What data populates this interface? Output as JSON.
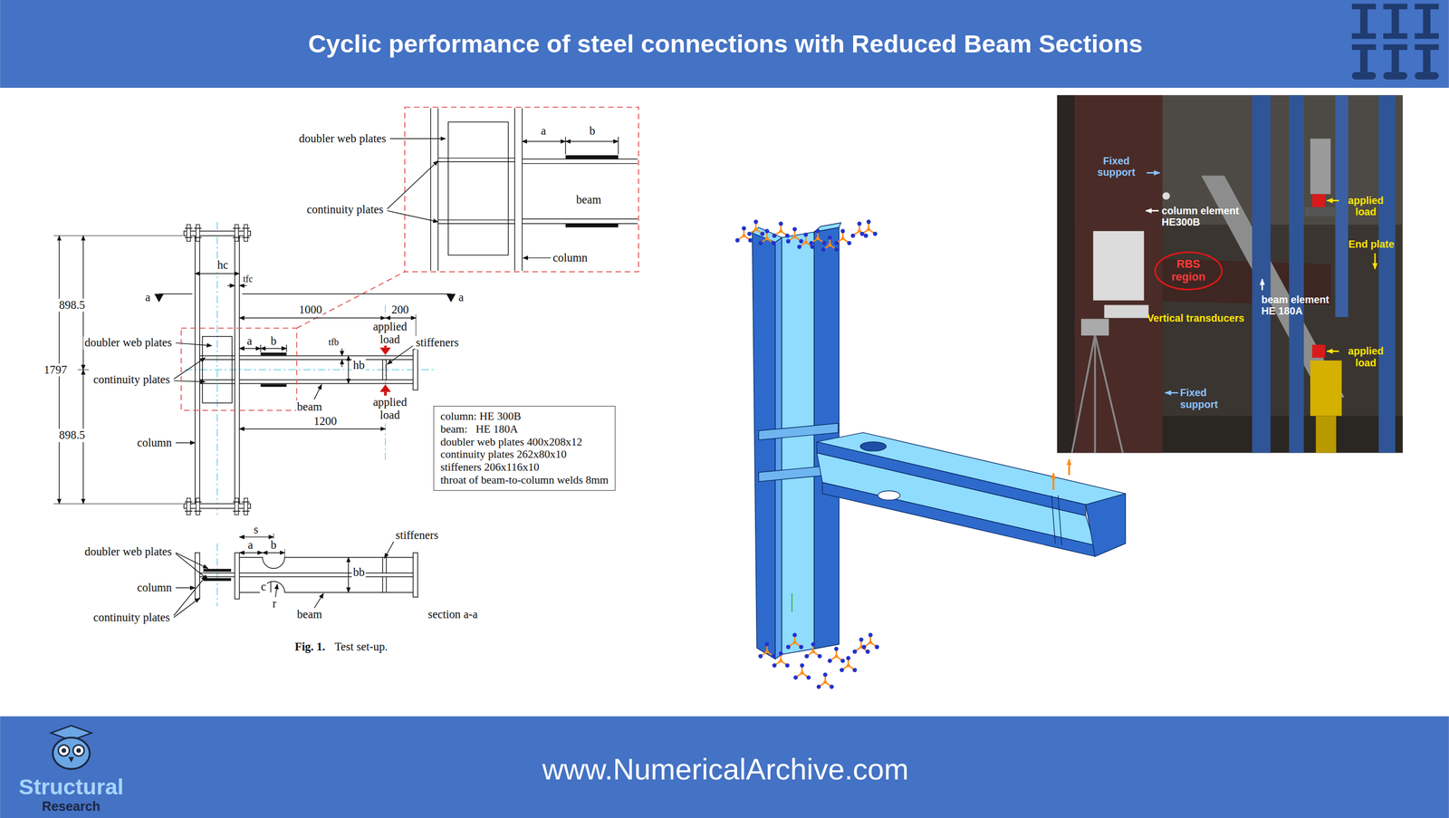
{
  "diagram": {
    "title": "Cyclic performance of steel connections with Reduced Beam Sections",
    "nodes": [
      {
        "text": [
          "column: HE 300B",
          "beam:   HE 180A",
          "doubler web plates 400x208x12",
          "continuity plates 262x80x10",
          "stiffeners 206x116x10",
          "throat of beam-to-column welds 8mm"
        ]
      },
      {
        "text": [
          "RBS region"
        ]
      }
    ],
    "labels": [
      "doubler web plates",
      "continuity plates",
      "a",
      "b",
      "beam",
      "column",
      "898.5",
      "1797",
      "898.5",
      "hc",
      "tfc",
      "a",
      "a",
      "1000",
      "200",
      "applied load",
      "doubler web plates",
      "a",
      "b",
      "tfb",
      "stiffeners",
      "hb",
      "continuity plates",
      "beam",
      "applied load",
      "1200",
      "column",
      "s",
      "stiffeners",
      "a",
      "b",
      "doubler web plates",
      "bb",
      "column",
      "c",
      "r",
      "beam",
      "continuity plates",
      "section a-a",
      "Fig. 1.",
      "Test set-up.",
      "Fixed support",
      "column element HE300B",
      "applied load",
      "End plate",
      "beam element HE 180A",
      "Vertical transducers",
      "applied load",
      "Fixed support",
      "Structural",
      "Research",
      "www.NumericalArchive.com"
    ]
  }
}
